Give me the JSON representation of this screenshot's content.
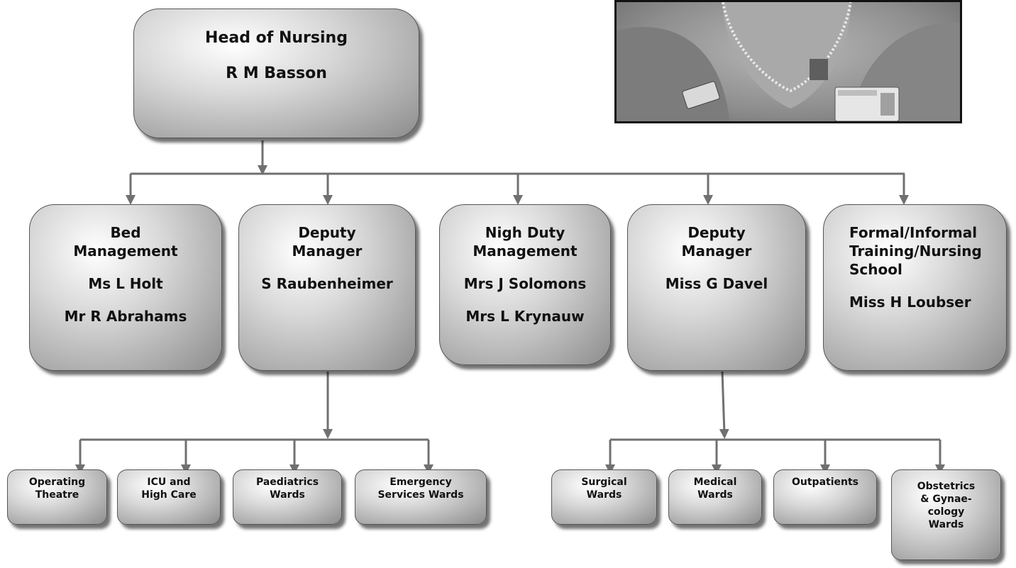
{
  "head": {
    "title": "Head of Nursing",
    "name": "R M Basson"
  },
  "managers": [
    {
      "lines": [
        "Bed",
        "Management"
      ],
      "names": [
        "Ms L Holt",
        "Mr R Abrahams"
      ]
    },
    {
      "lines": [
        "Deputy",
        "Manager"
      ],
      "names": [
        "S Raubenheimer"
      ]
    },
    {
      "lines": [
        "Nigh Duty",
        "Management"
      ],
      "names": [
        "Mrs J Solomons",
        "Mrs L Krynauw"
      ]
    },
    {
      "lines": [
        "Deputy",
        "Manager"
      ],
      "names": [
        "Miss G Davel"
      ]
    },
    {
      "lines": [
        "Formal/Informal",
        "Training/Nursing",
        "School"
      ],
      "names": [
        "Miss H Loubser"
      ]
    }
  ],
  "units_left": [
    {
      "lines": [
        "Operating",
        "Theatre"
      ]
    },
    {
      "lines": [
        "ICU and",
        "High Care"
      ]
    },
    {
      "lines": [
        "Paediatrics",
        "Wards"
      ]
    },
    {
      "lines": [
        "Emergency",
        "Services Wards"
      ]
    }
  ],
  "units_right": [
    {
      "lines": [
        "Surgical",
        "Wards"
      ]
    },
    {
      "lines": [
        "Medical",
        "Wards"
      ]
    },
    {
      "lines": [
        "Outpatients"
      ]
    },
    {
      "lines": [
        "Obstetrics",
        "& Gynae-",
        "cology",
        "Wards"
      ]
    }
  ],
  "colors": {
    "connector": "#707070",
    "box_border": "#555555",
    "box_light": "#ffffff",
    "box_dark": "#8c8c8c"
  }
}
